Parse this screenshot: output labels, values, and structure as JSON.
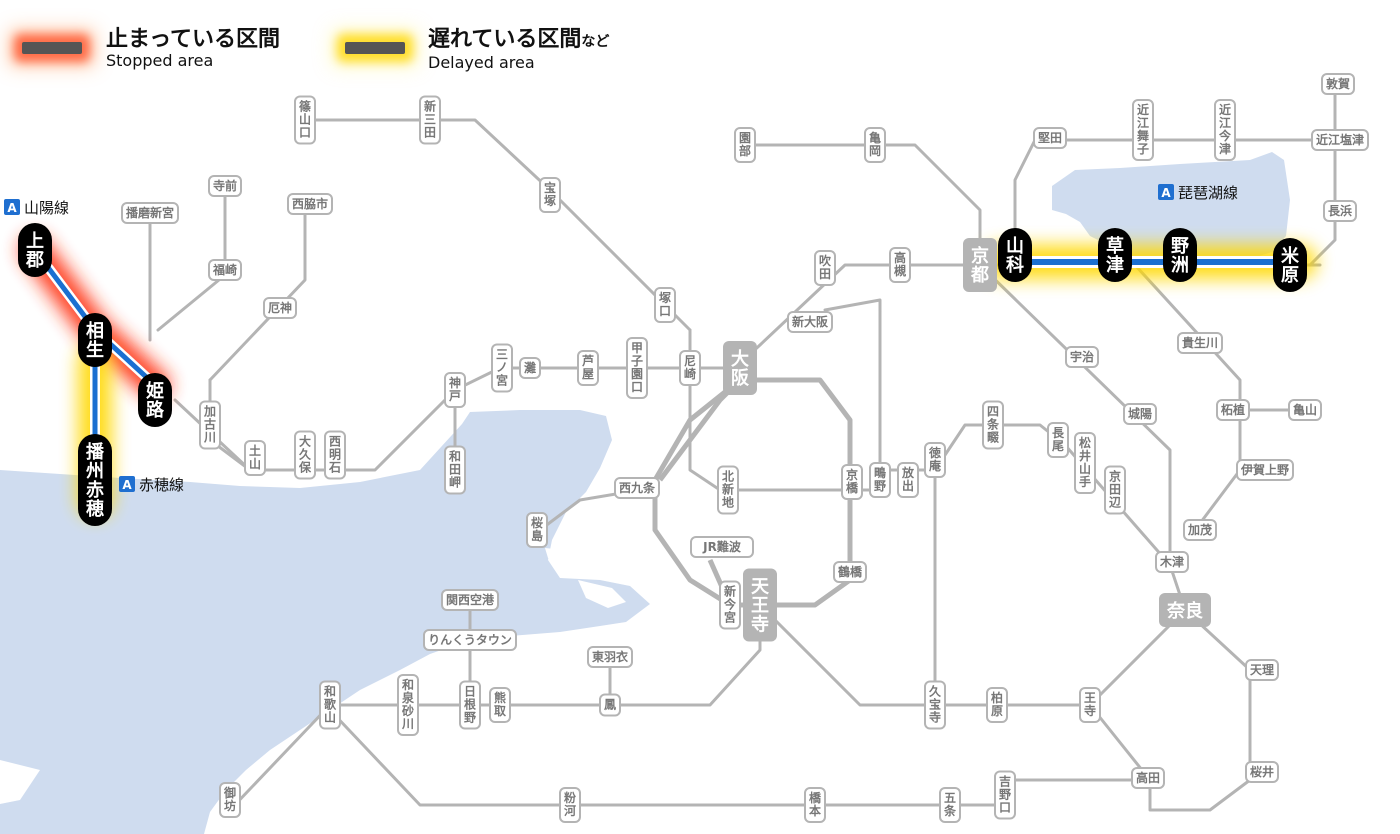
{
  "legend": {
    "stopped_jp": "止まっている区間",
    "stopped_en": "Stopped area",
    "delayed_jp": "遅れている区間",
    "delayed_suffix": "など",
    "delayed_en": "Delayed area"
  },
  "colors": {
    "stopped_glow": "#ff3b1f",
    "delayed_glow": "#ffd800",
    "line_blue": "#1a6fd1",
    "normal_line": "#b4b4b4",
    "water": "#cfdcef",
    "badge_a": "#1f6fd0",
    "active_station": "#000000"
  },
  "lines": [
    {
      "label": "山陽線",
      "badge": "A"
    },
    {
      "label": "赤穂線",
      "badge": "A"
    },
    {
      "label": "琵琶湖線",
      "badge": "A"
    }
  ],
  "active_stations": [
    {
      "name": "上郡",
      "status": "stopped"
    },
    {
      "name": "相生",
      "status": "stopped"
    },
    {
      "name": "姫路",
      "status": "stopped"
    },
    {
      "name": "播州赤穂",
      "status": "delayed"
    },
    {
      "name": "山科",
      "status": "delayed"
    },
    {
      "name": "草津",
      "status": "delayed"
    },
    {
      "name": "野洲",
      "status": "delayed"
    },
    {
      "name": "米原",
      "status": "delayed"
    }
  ],
  "stations": [
    "篠山口",
    "新三田",
    "宝塚",
    "塚口",
    "尼崎",
    "甲子園口",
    "芦屋",
    "灘",
    "三ノ宮",
    "神戸",
    "和田岬",
    "西明石",
    "大久保",
    "土山",
    "加古川",
    "厄神",
    "西脇市",
    "福崎",
    "寺前",
    "播磨新宮",
    "大阪",
    "新大阪",
    "吹田",
    "高槻",
    "京都",
    "園部",
    "亀岡",
    "堅田",
    "近江舞子",
    "近江今津",
    "敦賀",
    "近江塩津",
    "長浜",
    "宇治",
    "城陽",
    "貴生川",
    "柘植",
    "亀山",
    "伊賀上野",
    "加茂",
    "木津",
    "奈良",
    "天理",
    "桜井",
    "高田",
    "王寺",
    "柏原",
    "久宝寺",
    "天王寺",
    "鶴橋",
    "京橋",
    "鴫野",
    "放出",
    "徳庵",
    "四条畷",
    "長尾",
    "松井山手",
    "京田辺",
    "北新地",
    "西九条",
    "桜島",
    "JR難波",
    "新今宮",
    "関西空港",
    "りんくうタウン",
    "東羽衣",
    "鳳",
    "熊取",
    "日根野",
    "和泉砂川",
    "和歌山",
    "御坊",
    "粉河",
    "橋本",
    "五条",
    "吉野口"
  ]
}
